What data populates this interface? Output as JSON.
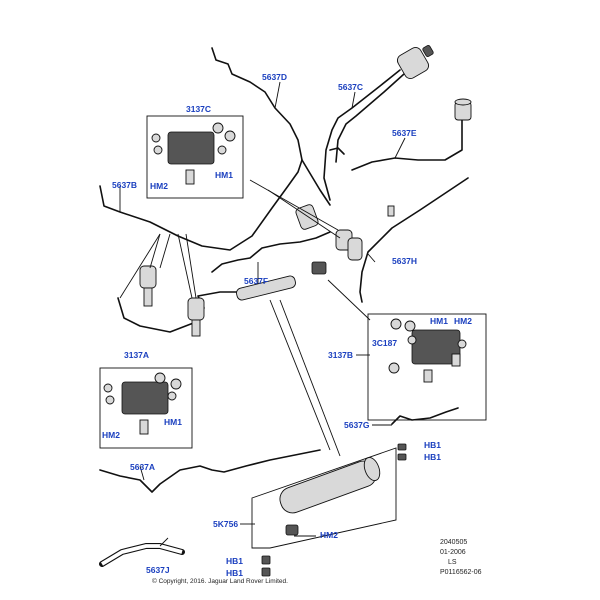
{
  "labels": {
    "l5637D": "5637D",
    "l5637C": "5637C",
    "l3137C": "3137C",
    "l5637E": "5637E",
    "l5637B": "5637B",
    "hm1_c": "HM1",
    "hm2_c": "HM2",
    "l5637H": "5637H",
    "l5637F": "5637F",
    "hm1_b": "HM1",
    "hm2_b": "HM2",
    "l3137B": "3137B",
    "l3C187": "3C187",
    "l3137A": "3137A",
    "hm1_a": "HM1",
    "hm2_a": "HM2",
    "l5637G": "5637G",
    "hb1_1": "HB1",
    "hb1_2": "HB1",
    "l5637A": "5637A",
    "l5K756": "5K756",
    "hm2_d": "HM2",
    "l5637J": "5637J",
    "hb1_3": "HB1",
    "hb1_4": "HB1"
  },
  "meta": {
    "code1": "2040505",
    "date": "01-2006",
    "ls": "LS",
    "ref": "P0116562-06",
    "copyright": "© Copyright, 2016. Jaguar Land Rover Limited."
  },
  "colors": {
    "label": "#1a3fbf",
    "line": "#111111"
  }
}
